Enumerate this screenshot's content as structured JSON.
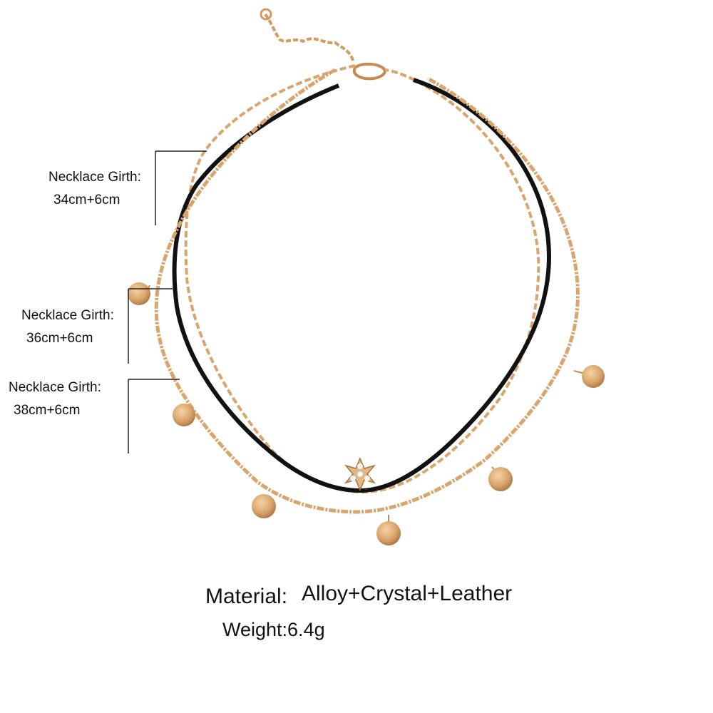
{
  "girths": [
    {
      "label": "Necklace Girth:",
      "size": "34cm+6cm"
    },
    {
      "label": "Necklace Girth:",
      "size": "36cm+6cm"
    },
    {
      "label": "Necklace Girth:",
      "size": "38cm+6cm"
    }
  ],
  "specs": {
    "material_label": "Material:",
    "material_value": "Alloy+Crystal+Leather",
    "weight": "Weight:6.4g"
  },
  "colors": {
    "gold": "#d9a56c",
    "gold_dark": "#b07a45",
    "cord": "#111111"
  }
}
